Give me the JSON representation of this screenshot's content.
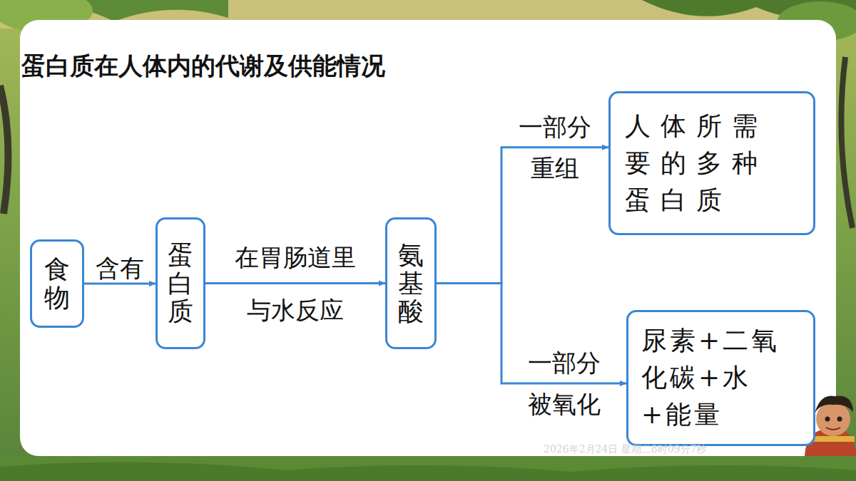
{
  "diagram": {
    "title": "蛋白质在人体内的代谢及供能情况",
    "nodes": [
      {
        "text": [
          "食物"
        ]
      },
      {
        "text": [
          "蛋白质"
        ]
      },
      {
        "text": [
          "氨基酸"
        ]
      },
      {
        "text": [
          "人体所需要的多种蛋白质"
        ]
      },
      {
        "text": [
          "尿素+二氧化碳+水+能量"
        ]
      }
    ],
    "edges": [
      {
        "from": 0,
        "to": 1,
        "label": "含有",
        "arrow": "to"
      },
      {
        "from": 1,
        "to": 2,
        "label": "在胃肠道里 与水反应",
        "arrow": "to"
      },
      {
        "from": 2,
        "to": 3,
        "label": "一部分 重组",
        "arrow": "to"
      },
      {
        "from": 2,
        "to": 4,
        "label": "一部分 被氧化",
        "arrow": "to"
      }
    ],
    "labels": [
      "2026年2月24日 星期二8时09分7秒"
    ]
  }
}
